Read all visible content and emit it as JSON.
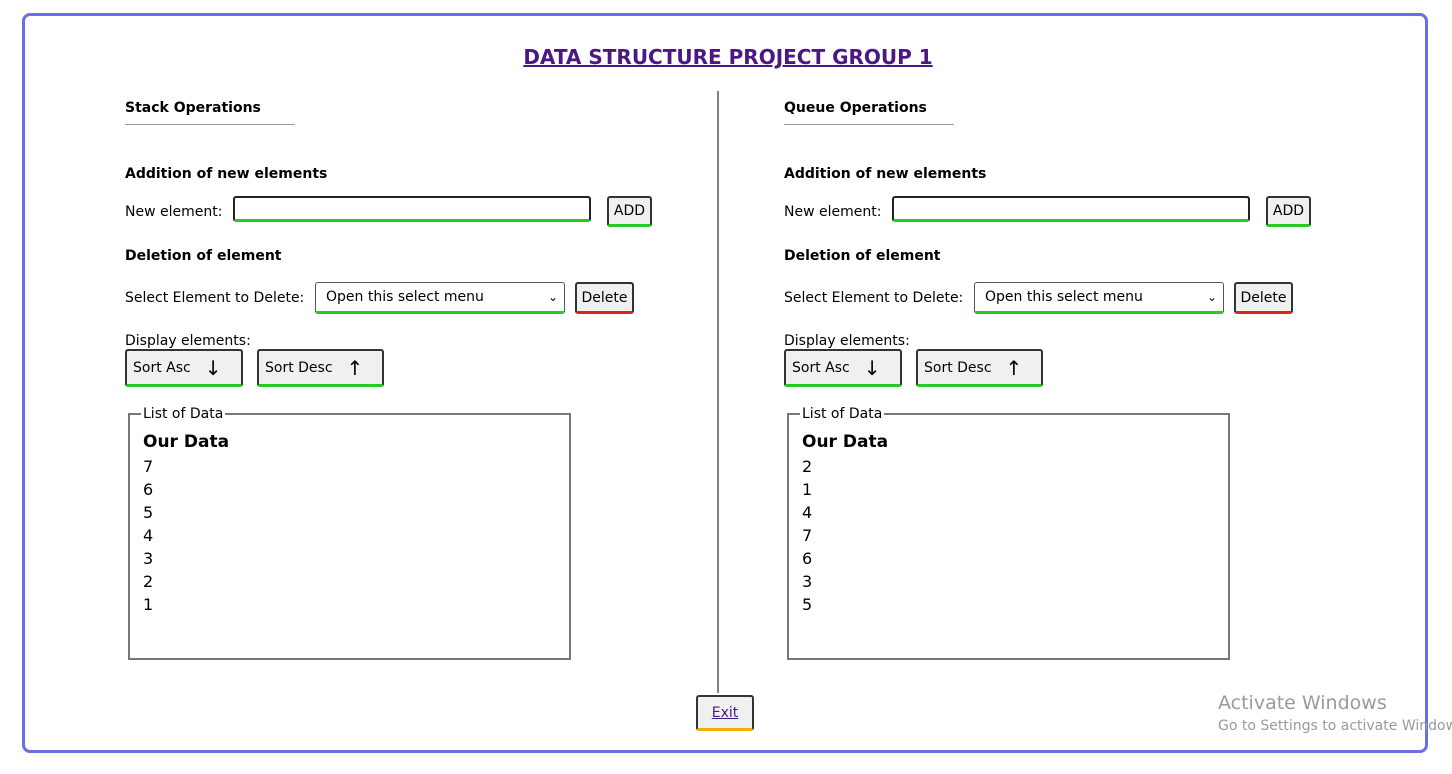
{
  "page_title": "DATA STRUCTURE PROJECT GROUP 1",
  "stack": {
    "title": "Stack Operations",
    "addition_heading": "Addition of new elements",
    "new_element_label": "New element:",
    "new_element_value": "",
    "add_label": "ADD",
    "deletion_heading": "Deletion of element",
    "select_label": "Select Element to Delete:",
    "select_value": "Open this select menu",
    "delete_label": "Delete",
    "display_label": "Display elements:",
    "sort_asc_label": "Sort Asc",
    "sort_desc_label": "Sort Desc",
    "list_legend": "List of Data",
    "data_heading": "Our Data",
    "items": [
      "7",
      "6",
      "5",
      "4",
      "3",
      "2",
      "1"
    ]
  },
  "queue": {
    "title": "Queue Operations",
    "addition_heading": "Addition of new elements",
    "new_element_label": "New element:",
    "new_element_value": "",
    "add_label": "ADD",
    "deletion_heading": "Deletion of element",
    "select_label": "Select Element to Delete:",
    "select_value": "Open this select menu",
    "delete_label": "Delete",
    "display_label": "Display elements:",
    "sort_asc_label": "Sort Asc",
    "sort_desc_label": "Sort Desc",
    "list_legend": "List of Data",
    "data_heading": "Our Data",
    "items": [
      "2",
      "1",
      "4",
      "7",
      "6",
      "3",
      "5"
    ]
  },
  "exit_label": "Exit",
  "watermark": {
    "line1": "Activate Windows",
    "line2": "Go to Settings to activate Windows"
  },
  "icons": {
    "sort_asc": "arrow-down-icon",
    "sort_desc": "arrow-up-icon",
    "select": "chevron-down-icon"
  },
  "colors": {
    "frame": "#6b6ee6",
    "title": "#4b1782",
    "add_accent": "#22cc22",
    "delete_accent": "#dd2222",
    "exit_accent": "#f0b000"
  }
}
